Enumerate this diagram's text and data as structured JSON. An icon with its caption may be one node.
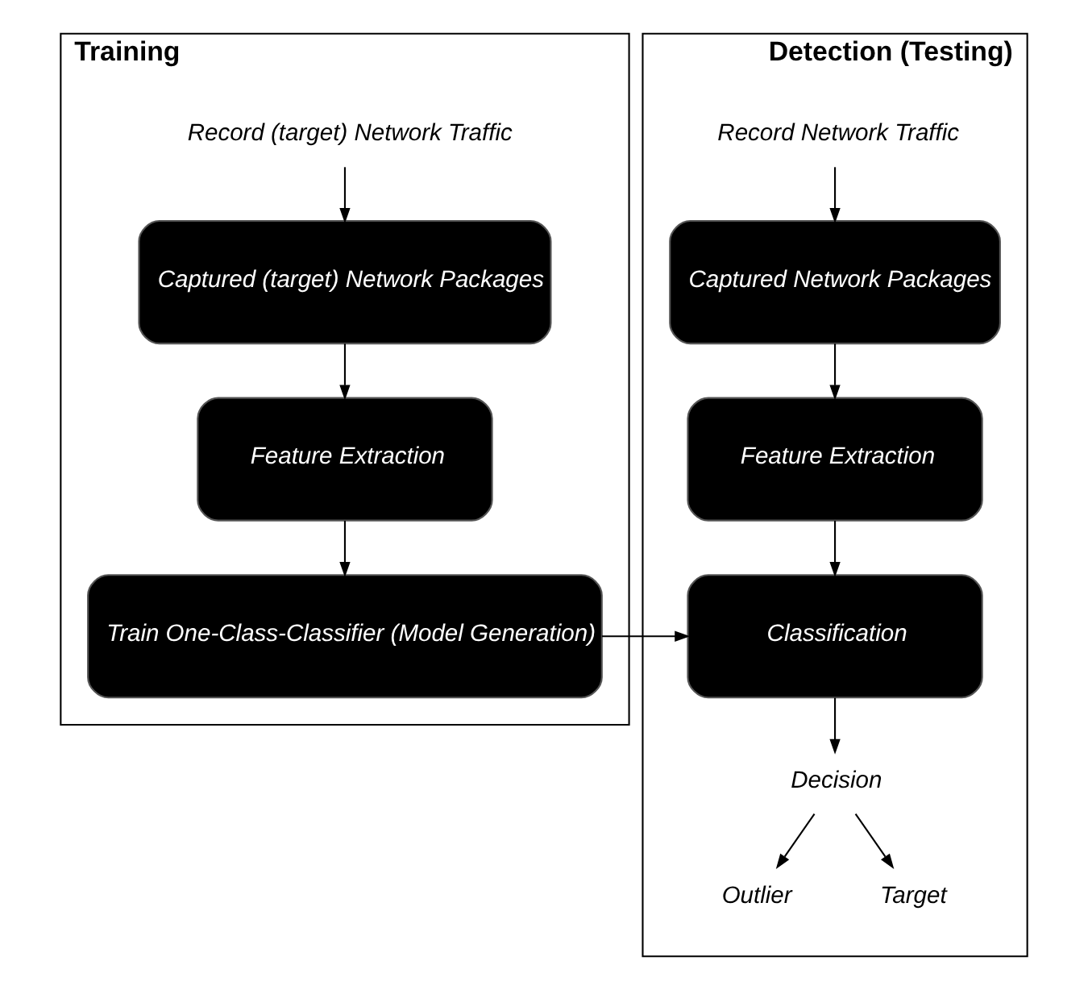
{
  "diagram": {
    "nodes": [
      {
        "text": [
          "Training"
        ]
      },
      {
        "text": [
          "Record (target) Network Traffic"
        ],
        "in": 0
      },
      {
        "text": [
          "Captured (target) Network Packages"
        ],
        "in": 0
      },
      {
        "text": [
          "Feature Extraction"
        ],
        "in": 0
      },
      {
        "text": [
          "Train One-Class-Classifier (Model Generation)"
        ],
        "in": 0
      },
      {
        "text": [
          "Detection (Testing)"
        ]
      },
      {
        "text": [
          "Record Network Traffic"
        ],
        "in": 5
      },
      {
        "text": [
          "Captured Network Packages"
        ],
        "in": 5
      },
      {
        "text": [
          "Feature Extraction"
        ],
        "in": 5
      },
      {
        "text": [
          "Classification"
        ],
        "in": 5
      },
      {
        "text": [
          "Decision"
        ],
        "in": 5
      },
      {
        "text": [
          "Outlier"
        ],
        "in": 5
      },
      {
        "text": [
          "Target"
        ],
        "in": 5
      }
    ],
    "edges": [
      {
        "from": 1,
        "to": 2,
        "arrow": "to"
      },
      {
        "from": 2,
        "to": 3,
        "arrow": "to"
      },
      {
        "from": 3,
        "to": 4,
        "arrow": "to"
      },
      {
        "from": 4,
        "to": 9,
        "arrow": "to"
      },
      {
        "from": 6,
        "to": 7,
        "arrow": "to"
      },
      {
        "from": 7,
        "to": 8,
        "arrow": "to"
      },
      {
        "from": 8,
        "to": 9,
        "arrow": "to"
      },
      {
        "from": 9,
        "to": 10,
        "arrow": "to"
      },
      {
        "from": 10,
        "to": 11,
        "arrow": "to"
      },
      {
        "from": 10,
        "to": 12,
        "arrow": "to"
      }
    ]
  }
}
